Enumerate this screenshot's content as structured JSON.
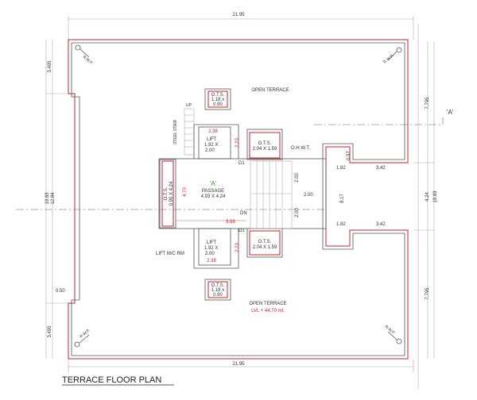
{
  "drawing_title": "TERRACE FLOOR PLAN",
  "colors": {
    "boundary": "#c8232c",
    "walls": "#555555",
    "label_a": "#2a9d2a"
  },
  "dimensions": {
    "top_width": "21.95",
    "bottom_width": "21.95",
    "left_top": "3.495",
    "left_total_a": "19.83",
    "left_total_b": "12.84",
    "left_offset": "0.50",
    "left_bottom": "3.495",
    "right_top": "7.795",
    "right_middle": "4.24",
    "right_total": "19.83",
    "right_bottom": "7.795"
  },
  "labels": {
    "open_terrace_top": "OPEN TERRACE",
    "open_terrace_bottom": "OPEN TERRACE",
    "level": "LVL + 44.70 mt.",
    "steel_stair": "STEEL STAIR",
    "up": "UP",
    "ohwt": "O.H.W.T.",
    "lift_mc_rm": "LIFT M/C RM",
    "section_mark": "'A'",
    "passage_mark": "'A'",
    "passage": "PASSAGE",
    "passage_size": "4.93 X 4.24",
    "dn": "DN",
    "d1_top": "D1",
    "d1_bottom": "D1",
    "rwp": [
      "R.W.P.",
      "R.W.P.",
      "R.W.P.",
      "R.W.P."
    ]
  },
  "rooms": {
    "ots_top": [
      "O.T.S.",
      "1.18 x",
      "0.90"
    ],
    "ots_bottom": [
      "O.T.S.",
      "1.18 x",
      "0.90"
    ],
    "ots_left": [
      "O.T.S.",
      "0.90 X 4.24"
    ],
    "ots_upper_mid": [
      "O.T.S.",
      "2.04 X 1.59"
    ],
    "ots_lower_mid": [
      "O.T.S.",
      "2.04 X 1.59"
    ],
    "lift_top": [
      "LIFT",
      "1.92 X",
      "2.00"
    ],
    "lift_bottom": [
      "LIFT",
      "1.92 X",
      "2.00"
    ]
  },
  "red_dims": {
    "lift_top_w": "2.38",
    "lift_top_h": "2.23",
    "lift_bottom_w": "2.38",
    "lift_bottom_h": "2.23",
    "passage_h": "4.70",
    "passage_w": "9.68"
  },
  "core_dims": {
    "stair_top": "2.00",
    "stair_mid": "2.00",
    "stair_bottom": "2.00",
    "ohwt_h": "0.97",
    "ohwt_h2": "8.17",
    "right_1": "1.82",
    "right_2": "3.42",
    "right_3": "1.82",
    "right_4": "3.42"
  }
}
